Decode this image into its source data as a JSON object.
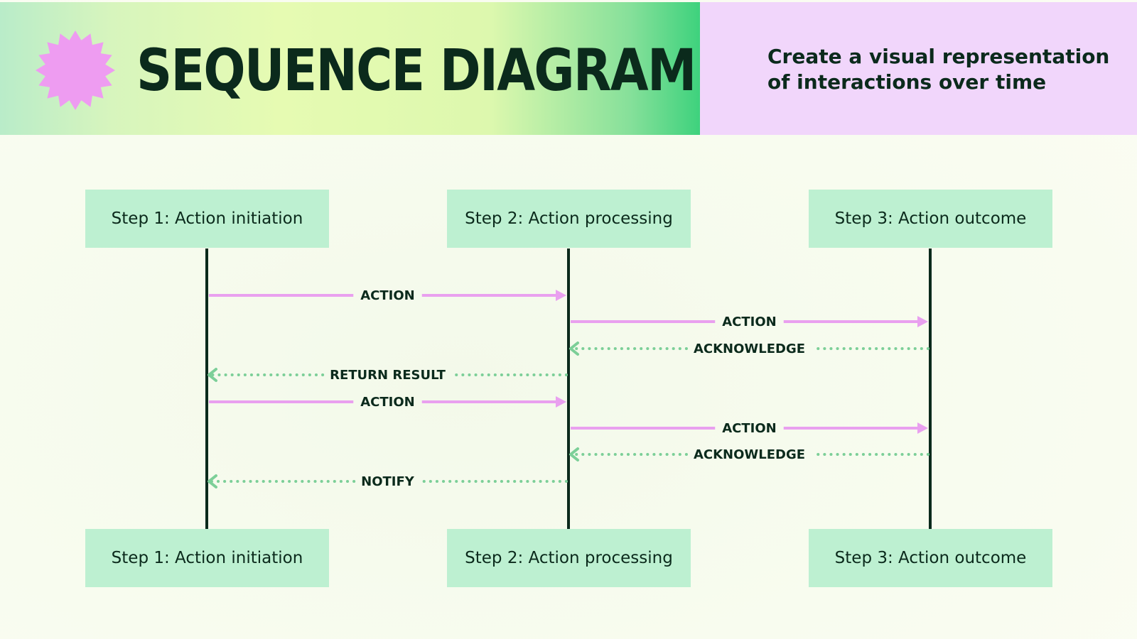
{
  "header": {
    "title": "SEQUENCE DIAGRAM",
    "subtitle_line1": "Create a visual representation",
    "subtitle_line2": "of interactions over time",
    "icon": "starburst-icon"
  },
  "participants": [
    {
      "label": "Step 1: Action initiation"
    },
    {
      "label": "Step 2: Action processing"
    },
    {
      "label": "Step 3: Action outcome"
    }
  ],
  "messages": [
    {
      "from": 0,
      "to": 1,
      "label": "ACTION",
      "kind": "call"
    },
    {
      "from": 1,
      "to": 2,
      "label": "ACTION",
      "kind": "call"
    },
    {
      "from": 2,
      "to": 1,
      "label": "ACKNOWLEDGE",
      "kind": "return"
    },
    {
      "from": 1,
      "to": 0,
      "label": "RETURN RESULT",
      "kind": "return"
    },
    {
      "from": 0,
      "to": 1,
      "label": "ACTION",
      "kind": "call"
    },
    {
      "from": 1,
      "to": 2,
      "label": "ACTION",
      "kind": "call"
    },
    {
      "from": 2,
      "to": 1,
      "label": "ACKNOWLEDGE",
      "kind": "return"
    },
    {
      "from": 1,
      "to": 0,
      "label": "NOTIFY",
      "kind": "return"
    }
  ],
  "colors": {
    "call": "#e9a0ef",
    "return": "#7ccf98",
    "lifeline": "#0b2a1c",
    "box": "#bdf0d1",
    "starburst": "#ee9cf1",
    "header_right": "#f1d6fb"
  }
}
